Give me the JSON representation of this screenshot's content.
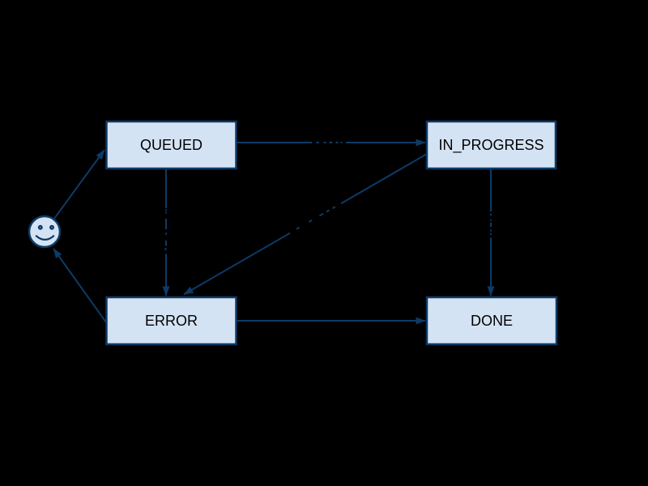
{
  "window": {
    "background": "#000000"
  },
  "diagram": {
    "type": "state-diagram",
    "colors": {
      "background": "#000000",
      "node_fill": "#d4e3f4",
      "stroke": "#0d3b66",
      "node_text": "#000000"
    },
    "nodes": [
      {
        "id": "start",
        "label": "",
        "shape": "smiley-face-actor"
      },
      {
        "id": "queued",
        "label": "QUEUED",
        "shape": "rectangle"
      },
      {
        "id": "in_progress",
        "label": "IN_PROGRESS",
        "shape": "rectangle"
      },
      {
        "id": "error",
        "label": "ERROR",
        "shape": "rectangle"
      },
      {
        "id": "done",
        "label": "DONE",
        "shape": "rectangle"
      }
    ],
    "edges": [
      {
        "from": "start",
        "to": "queued"
      },
      {
        "from": "queued",
        "to": "in_progress",
        "label_illegible": true
      },
      {
        "from": "queued",
        "to": "error",
        "label_illegible": true
      },
      {
        "from": "in_progress",
        "to": "error",
        "label_illegible": true
      },
      {
        "from": "in_progress",
        "to": "done",
        "label_illegible": true
      },
      {
        "from": "error",
        "to": "done"
      },
      {
        "from": "error",
        "to": "start"
      }
    ]
  }
}
